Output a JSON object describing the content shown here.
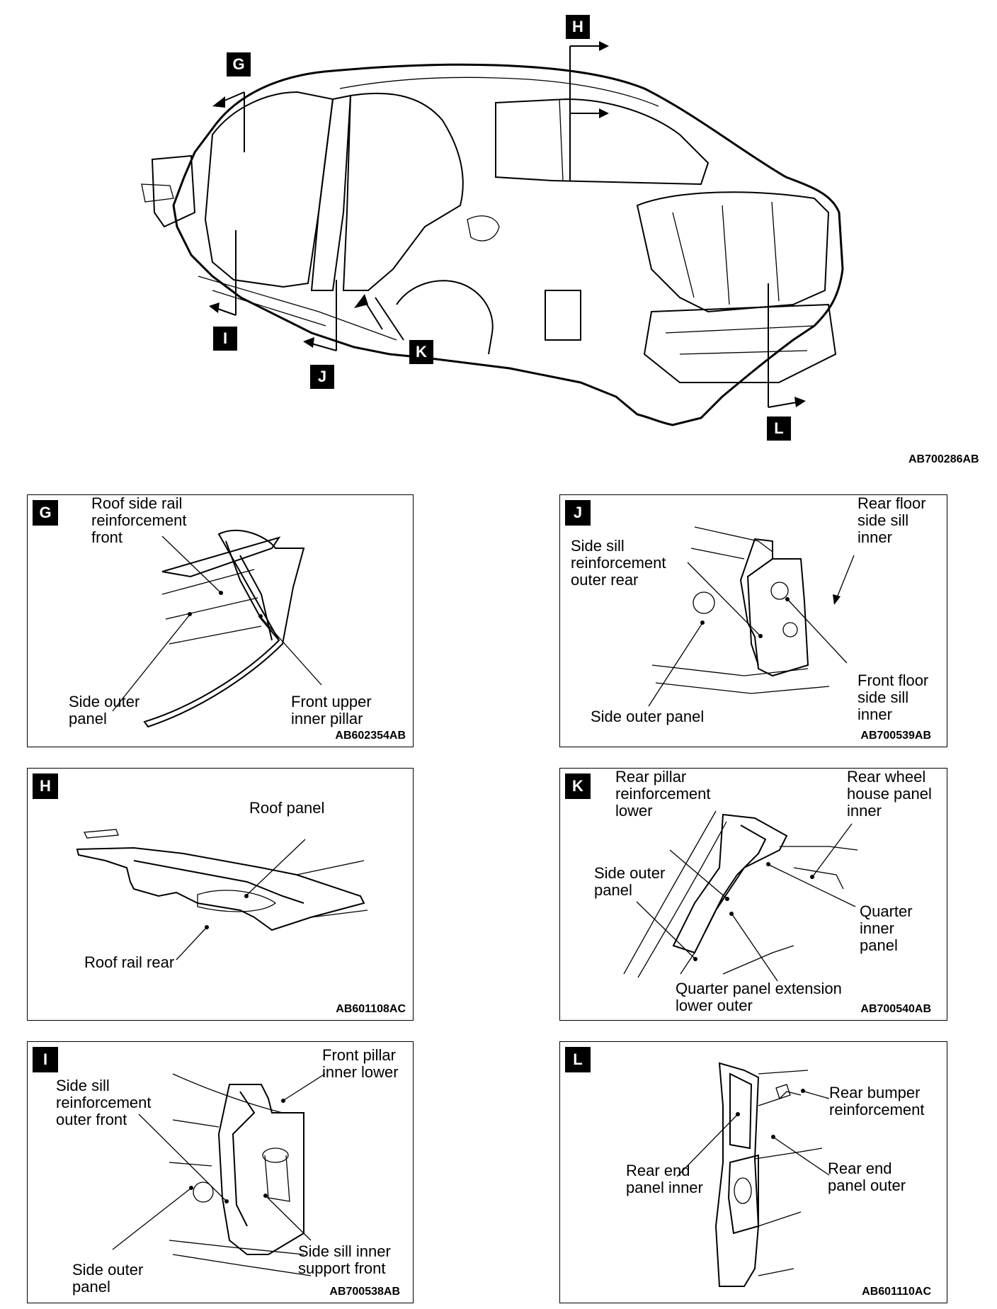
{
  "overview": {
    "code": "AB700286AB",
    "markers": [
      "G",
      "H",
      "I",
      "J",
      "K",
      "L"
    ]
  },
  "panels": {
    "G": {
      "letter": "G",
      "code": "AB602354AB",
      "labels": {
        "roof_rail": "Roof side rail\nreinforcement\nfront",
        "side_outer": "Side outer\npanel",
        "front_upper": "Front upper\ninner pillar"
      }
    },
    "H": {
      "letter": "H",
      "code": "AB601108AC",
      "labels": {
        "roof_panel": "Roof panel",
        "roof_rail_rear": "Roof rail rear"
      }
    },
    "I": {
      "letter": "I",
      "code": "AB700538AB",
      "labels": {
        "side_sill_reinf": "Side sill\nreinforcement\nouter front",
        "front_pillar": "Front pillar\ninner lower",
        "side_outer": "Side outer\npanel",
        "side_sill_inner": "Side sill inner\nsupport front"
      }
    },
    "J": {
      "letter": "J",
      "code": "AB700539AB",
      "labels": {
        "side_sill_reinf": "Side sill\nreinforcement\nouter rear",
        "rear_floor": "Rear floor\nside sill\ninner",
        "side_outer": "Side outer panel",
        "front_floor": "Front floor\nside sill\ninner"
      }
    },
    "K": {
      "letter": "K",
      "code": "AB700540AB",
      "labels": {
        "rear_pillar": "Rear pillar\nreinforcement\nlower",
        "rear_wheel": "Rear wheel\nhouse panel\ninner",
        "side_outer": "Side outer\npanel",
        "quarter_inner": "Quarter\ninner\npanel",
        "quarter_ext": "Quarter panel extension\nlower outer"
      }
    },
    "L": {
      "letter": "L",
      "code": "AB601110AC",
      "labels": {
        "rear_bumper": "Rear bumper\nreinforcement",
        "rear_end_inner": "Rear end\npanel inner",
        "rear_end_outer": "Rear end\npanel outer"
      }
    }
  }
}
